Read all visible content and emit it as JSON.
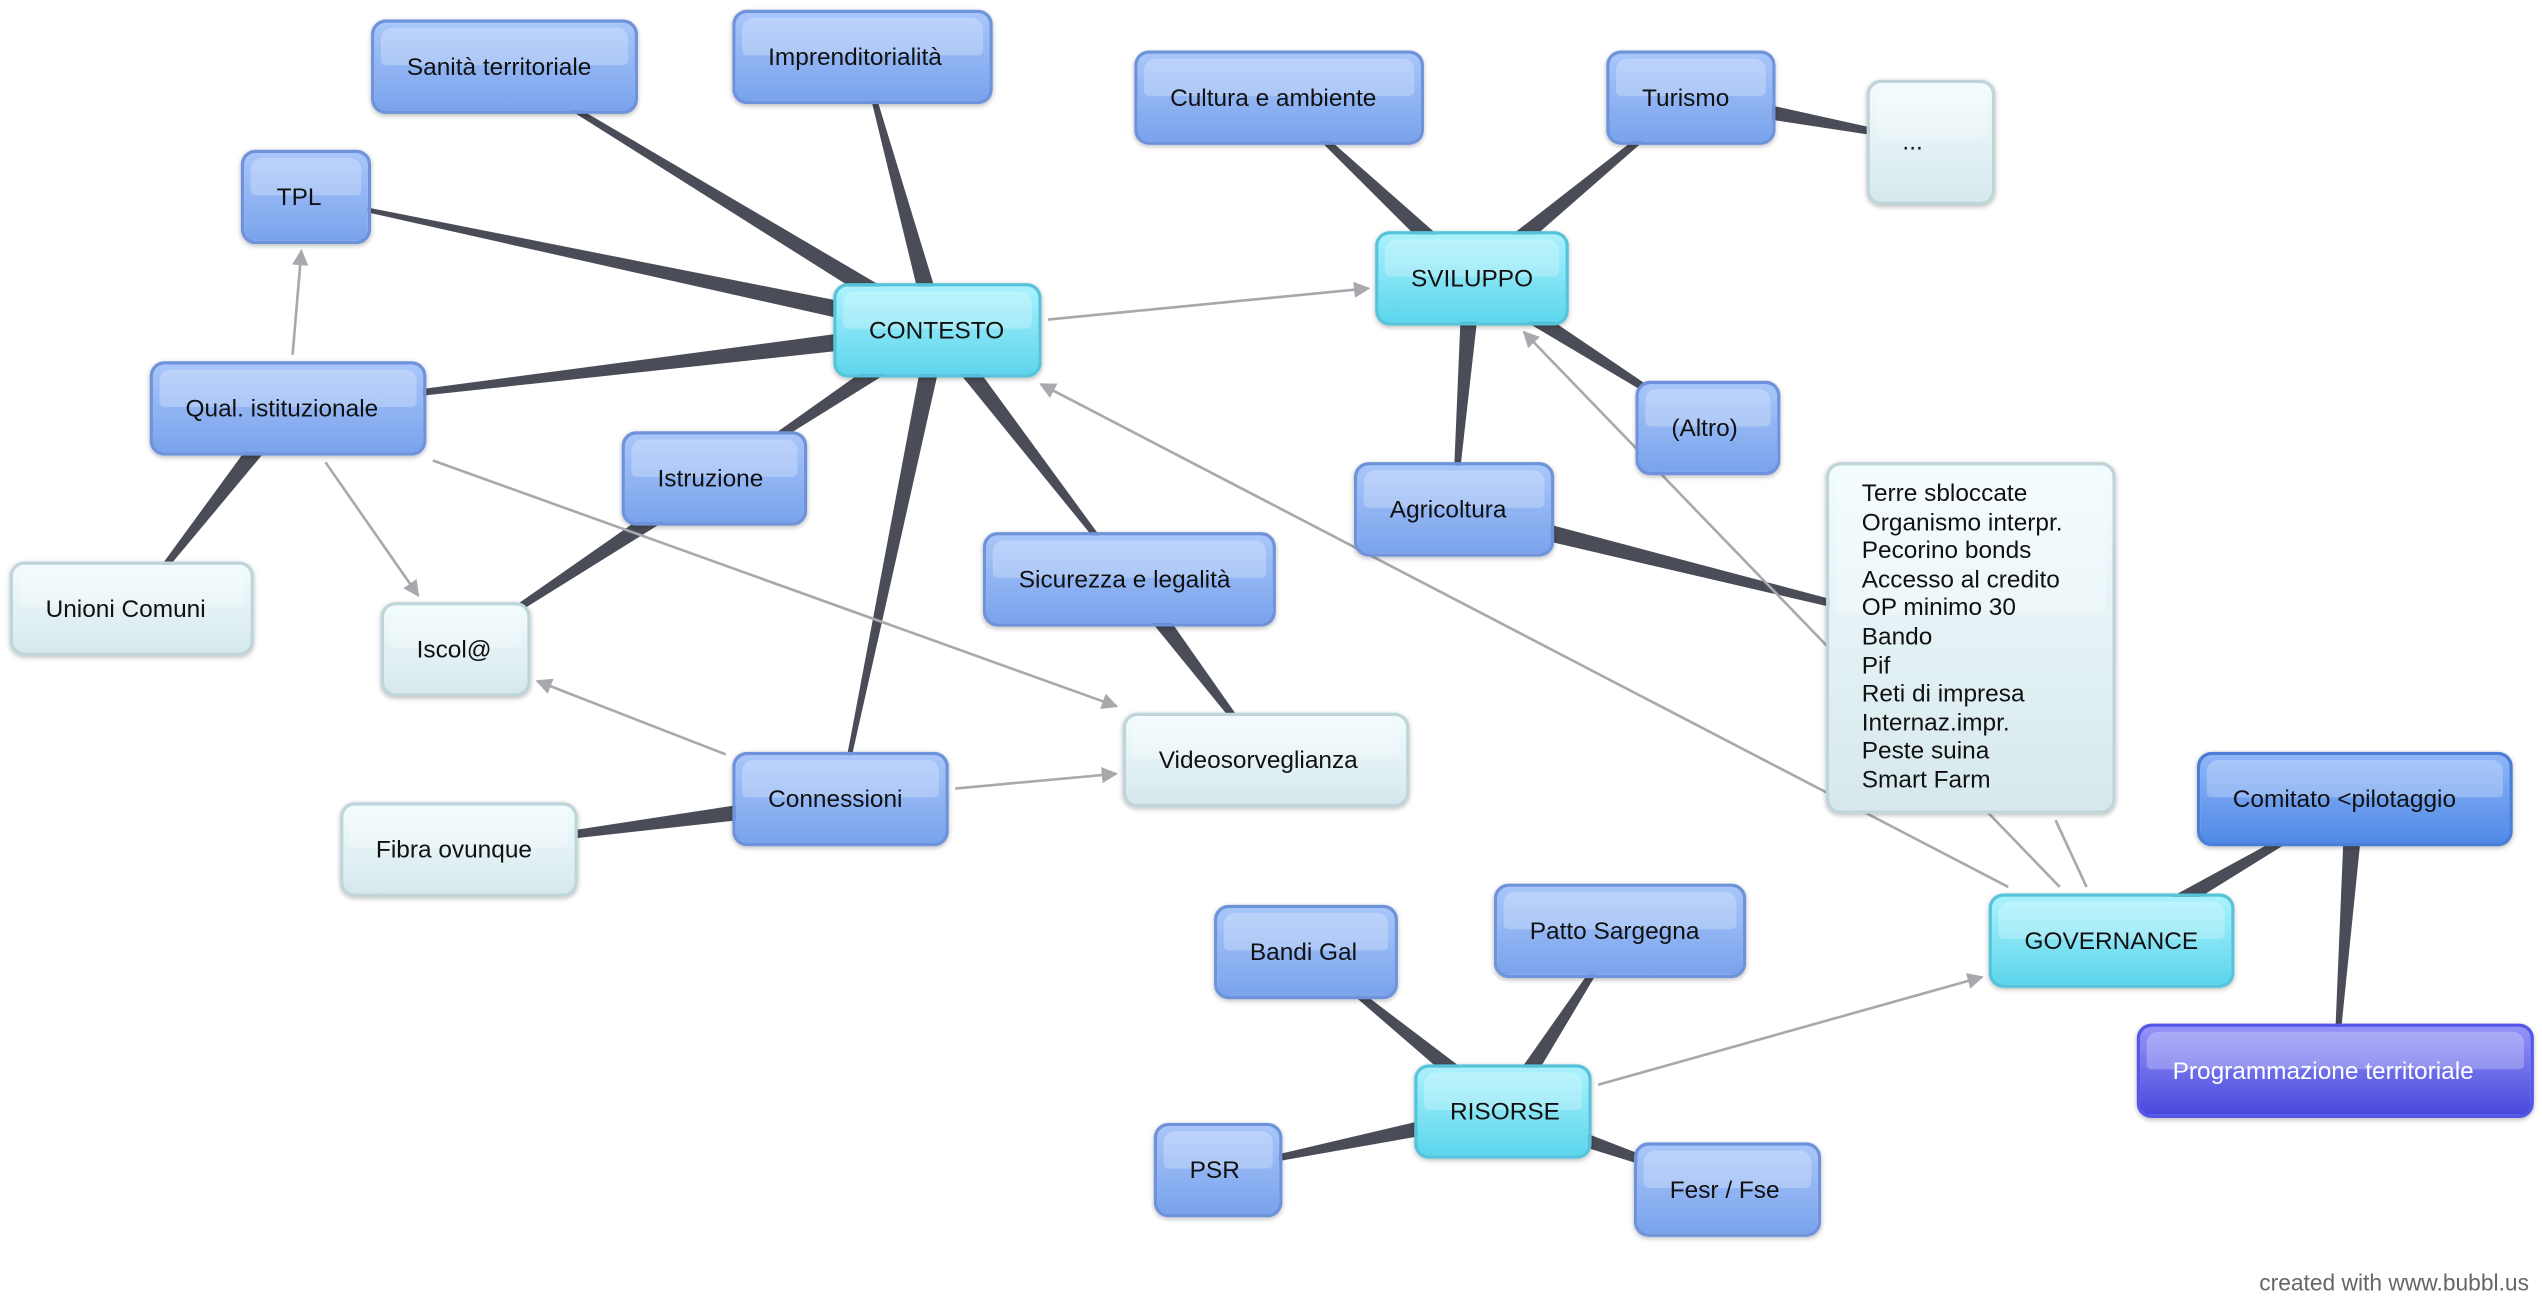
{
  "nodes": {
    "sanita": {
      "label": "Sanità territoriale",
      "style": "blue"
    },
    "impr": {
      "label": "Imprenditorialità",
      "style": "blue"
    },
    "tpl": {
      "label": "TPL",
      "style": "blue"
    },
    "contesto": {
      "label": "CONTESTO",
      "style": "cyan"
    },
    "qual": {
      "label": "Qual. istituzionale",
      "style": "blue"
    },
    "unioni": {
      "label": "Unioni Comuni",
      "style": "light"
    },
    "iscol": {
      "label": "Iscol@",
      "style": "light"
    },
    "istruzione": {
      "label": "Istruzione",
      "style": "blue"
    },
    "sicurezza": {
      "label": "Sicurezza e legalità",
      "style": "blue"
    },
    "video": {
      "label": "Videosorveglianza",
      "style": "light"
    },
    "connessioni": {
      "label": "Connessioni",
      "style": "blue"
    },
    "fibra": {
      "label": "Fibra ovunque",
      "style": "light"
    },
    "cultura": {
      "label": "Cultura e ambiente",
      "style": "blue"
    },
    "turismo": {
      "label": "Turismo",
      "style": "blue"
    },
    "dots": {
      "label": "...",
      "style": "light"
    },
    "sviluppo": {
      "label": "SVILUPPO",
      "style": "cyan"
    },
    "altro": {
      "label": "(Altro)",
      "style": "blue"
    },
    "agricoltura": {
      "label": "Agricoltura",
      "style": "blue"
    },
    "comitato": {
      "label": "Comitato <pilotaggio",
      "style": "pilot"
    },
    "governance": {
      "label": "GOVERNANCE",
      "style": "cyan"
    },
    "programmazione": {
      "label": "Programmazione territoriale",
      "style": "purple"
    },
    "bandigal": {
      "label": "Bandi Gal",
      "style": "blue"
    },
    "patto": {
      "label": "Patto Sargegna",
      "style": "blue"
    },
    "risorse": {
      "label": "RISORSE",
      "style": "cyan"
    },
    "psr": {
      "label": "PSR",
      "style": "blue"
    },
    "fesr": {
      "label": "Fesr / Fse",
      "style": "blue"
    }
  },
  "agri_list": {
    "style": "light",
    "lines": [
      "Terre sbloccate",
      "Organismo interpr.",
      "Pecorino bonds",
      "Accesso al credito",
      "OP minimo 30"
    ],
    "overlap1": [
      "Bando",
      "Pif"
    ],
    "overlap2": [
      "Reti di impresa",
      "Internaz.impr."
    ],
    "lines_after": [
      "Peste suina",
      "Smart Farm"
    ]
  },
  "branches": [
    [
      "contesto",
      "sanita"
    ],
    [
      "contesto",
      "impr"
    ],
    [
      "contesto",
      "tpl"
    ],
    [
      "contesto",
      "qual"
    ],
    [
      "contesto",
      "istruzione"
    ],
    [
      "contesto",
      "sicurezza"
    ],
    [
      "contesto",
      "connessioni"
    ],
    [
      "qual",
      "unioni"
    ],
    [
      "istruzione",
      "iscol"
    ],
    [
      "sicurezza",
      "video"
    ],
    [
      "connessioni",
      "fibra"
    ],
    [
      "sviluppo",
      "cultura"
    ],
    [
      "sviluppo",
      "turismo"
    ],
    [
      "sviluppo",
      "altro"
    ],
    [
      "sviluppo",
      "agricoltura"
    ],
    [
      "turismo",
      "dots"
    ],
    [
      "agricoltura",
      "agri_list"
    ],
    [
      "governance",
      "comitato"
    ],
    [
      "comitato",
      "programmazione"
    ],
    [
      "risorse",
      "bandigal"
    ],
    [
      "risorse",
      "patto"
    ],
    [
      "risorse",
      "psr"
    ],
    [
      "risorse",
      "fesr"
    ]
  ],
  "links": [
    [
      "contesto",
      "sviluppo"
    ],
    [
      "qual",
      "tpl"
    ],
    [
      "qual",
      "iscol"
    ],
    [
      "qual",
      "video"
    ],
    [
      "connessioni",
      "iscol"
    ],
    [
      "connessioni",
      "video"
    ],
    [
      "governance",
      "contesto"
    ],
    [
      "governance",
      "sviluppo"
    ],
    [
      "risorse",
      "governance"
    ]
  ],
  "plain_links": [
    [
      "agri_list",
      "governance"
    ]
  ],
  "colors": {
    "branch": "#4a4c57",
    "link": "#a8a8ad"
  },
  "credit": "created with www.bubbl.us"
}
